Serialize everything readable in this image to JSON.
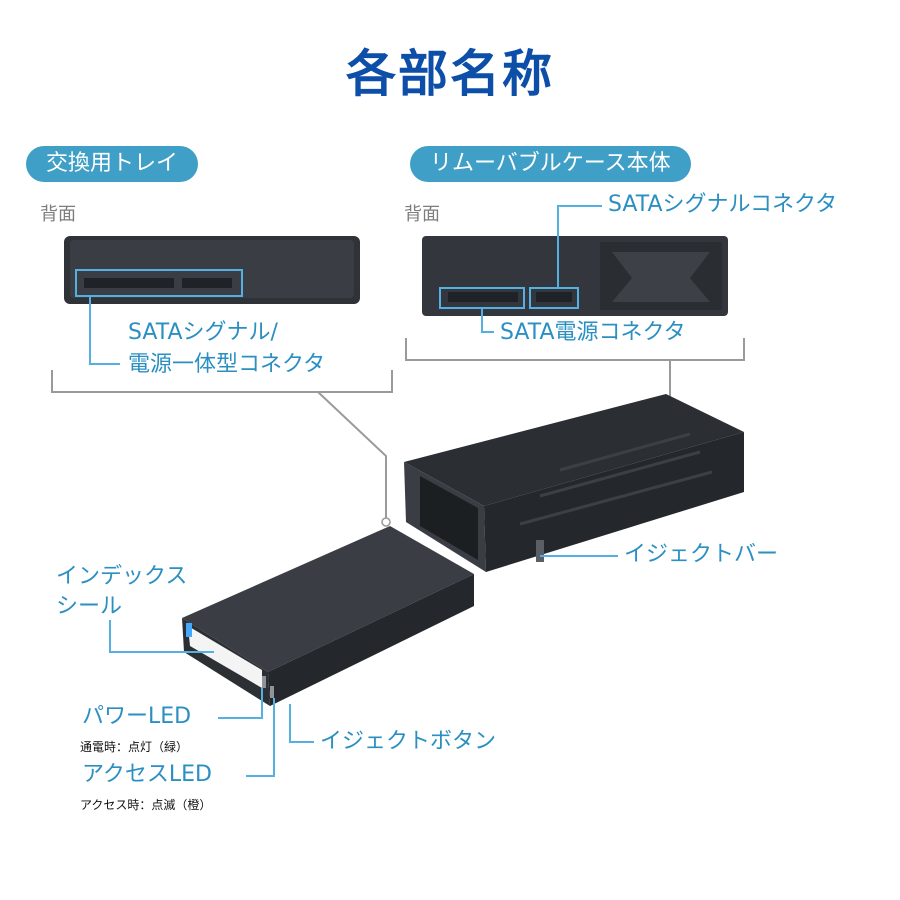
{
  "title": "各部名称",
  "sections": {
    "tray": {
      "label": "交換用トレイ",
      "view": "背面"
    },
    "case": {
      "label": "リムーバブルケース本体",
      "view": "背面"
    }
  },
  "callouts": {
    "sata_combo_line1": "SATAシグナル/",
    "sata_combo_line2": "電源一体型コネクタ",
    "sata_signal": "SATAシグナルコネクタ",
    "sata_power": "SATA電源コネクタ",
    "eject_bar": "イジェクトバー",
    "index_seal_line1": "インデックス",
    "index_seal_line2": "シール",
    "power_led": "パワーLED",
    "power_led_note": "通電時：点灯（緑）",
    "access_led": "アクセスLED",
    "access_led_note": "アクセス時：点滅（橙）",
    "eject_button": "イジェクトボタン"
  },
  "colors": {
    "title": "#0d4fa8",
    "pill": "#3f9fc6",
    "callout": "#2b8fc2",
    "device": "#33373d"
  }
}
